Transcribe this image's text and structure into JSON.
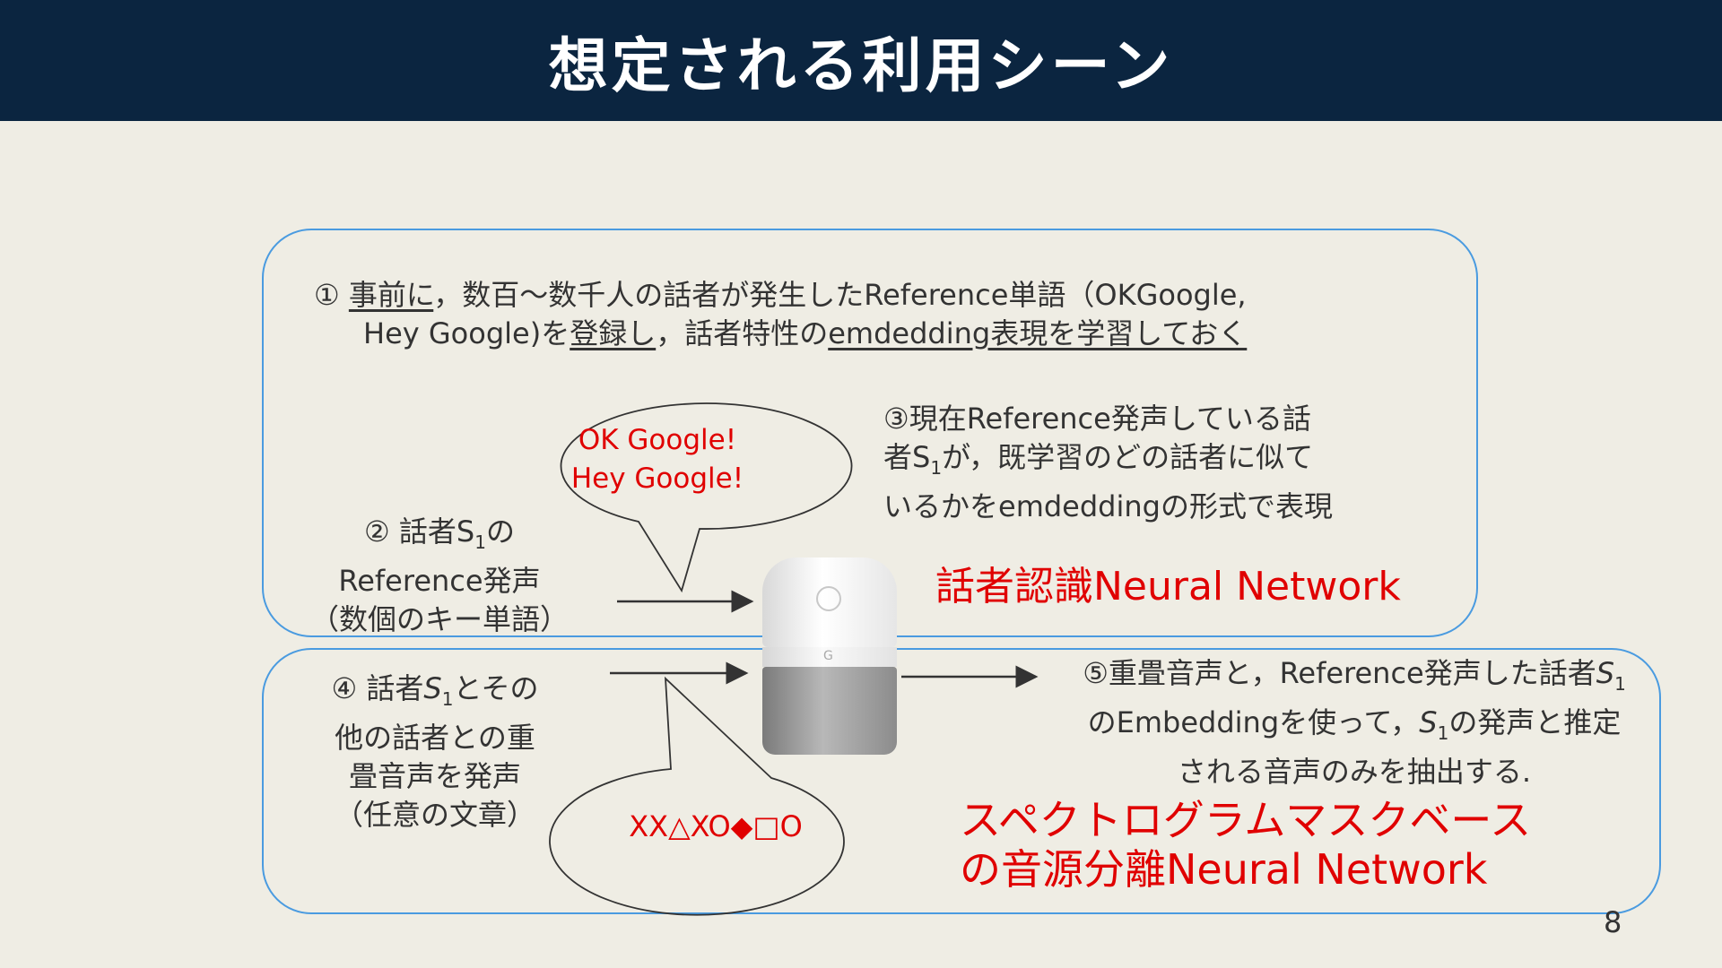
{
  "title": "想定される利用シーン",
  "step1": {
    "mark": "①",
    "line1_a": "事前に",
    "line1_b": "，数百〜数千人の話者が発生したReference単語（OKGoogle,",
    "line2_a": "Hey Google)を",
    "line2_b": "登録し",
    "line2_c": "，話者特性の",
    "line2_d": "emdedding表現を学習しておく"
  },
  "bubble1": {
    "line1": "OK Google!",
    "line2": "Hey Google!"
  },
  "step2": {
    "line1_a": "② 話者S",
    "line1_sub": "1",
    "line1_b": "の",
    "line2": "Reference発声",
    "line3": "（数個のキー単語）"
  },
  "step3": {
    "line1": "③現在Reference発声している話",
    "line2_a": "者S",
    "line2_sub": "1",
    "line2_b": "が，既学習のどの話者に似て",
    "line3": "いるかをemdeddingの形式で表現"
  },
  "nn1": "話者認識Neural Network",
  "step4": {
    "line1_a": "④ 話者",
    "line1_var": "S",
    "line1_sub": "1",
    "line1_b": "とその",
    "line2": "他の話者との重",
    "line3": "畳音声を発声",
    "line4": "（任意の文章）"
  },
  "bubble2": "XX△XO◆□O",
  "step5": {
    "line1_a": "⑤重畳音声と，Reference発声した話者",
    "line1_var": "S",
    "line1_sub": "1",
    "line2_a": "のEmbeddingを使って，",
    "line2_var": "S",
    "line2_sub": "1",
    "line2_b": "の発声と推定",
    "line3": "される音声のみを抽出する."
  },
  "nn2": {
    "line1": "スペクトログラムマスクベース",
    "line2": "の音源分離Neural Network"
  },
  "page_number": "8",
  "colors": {
    "title_bg": "#0b2540",
    "accent_red": "#e00000",
    "box_border": "#4a9be0",
    "background": "#efede4"
  }
}
